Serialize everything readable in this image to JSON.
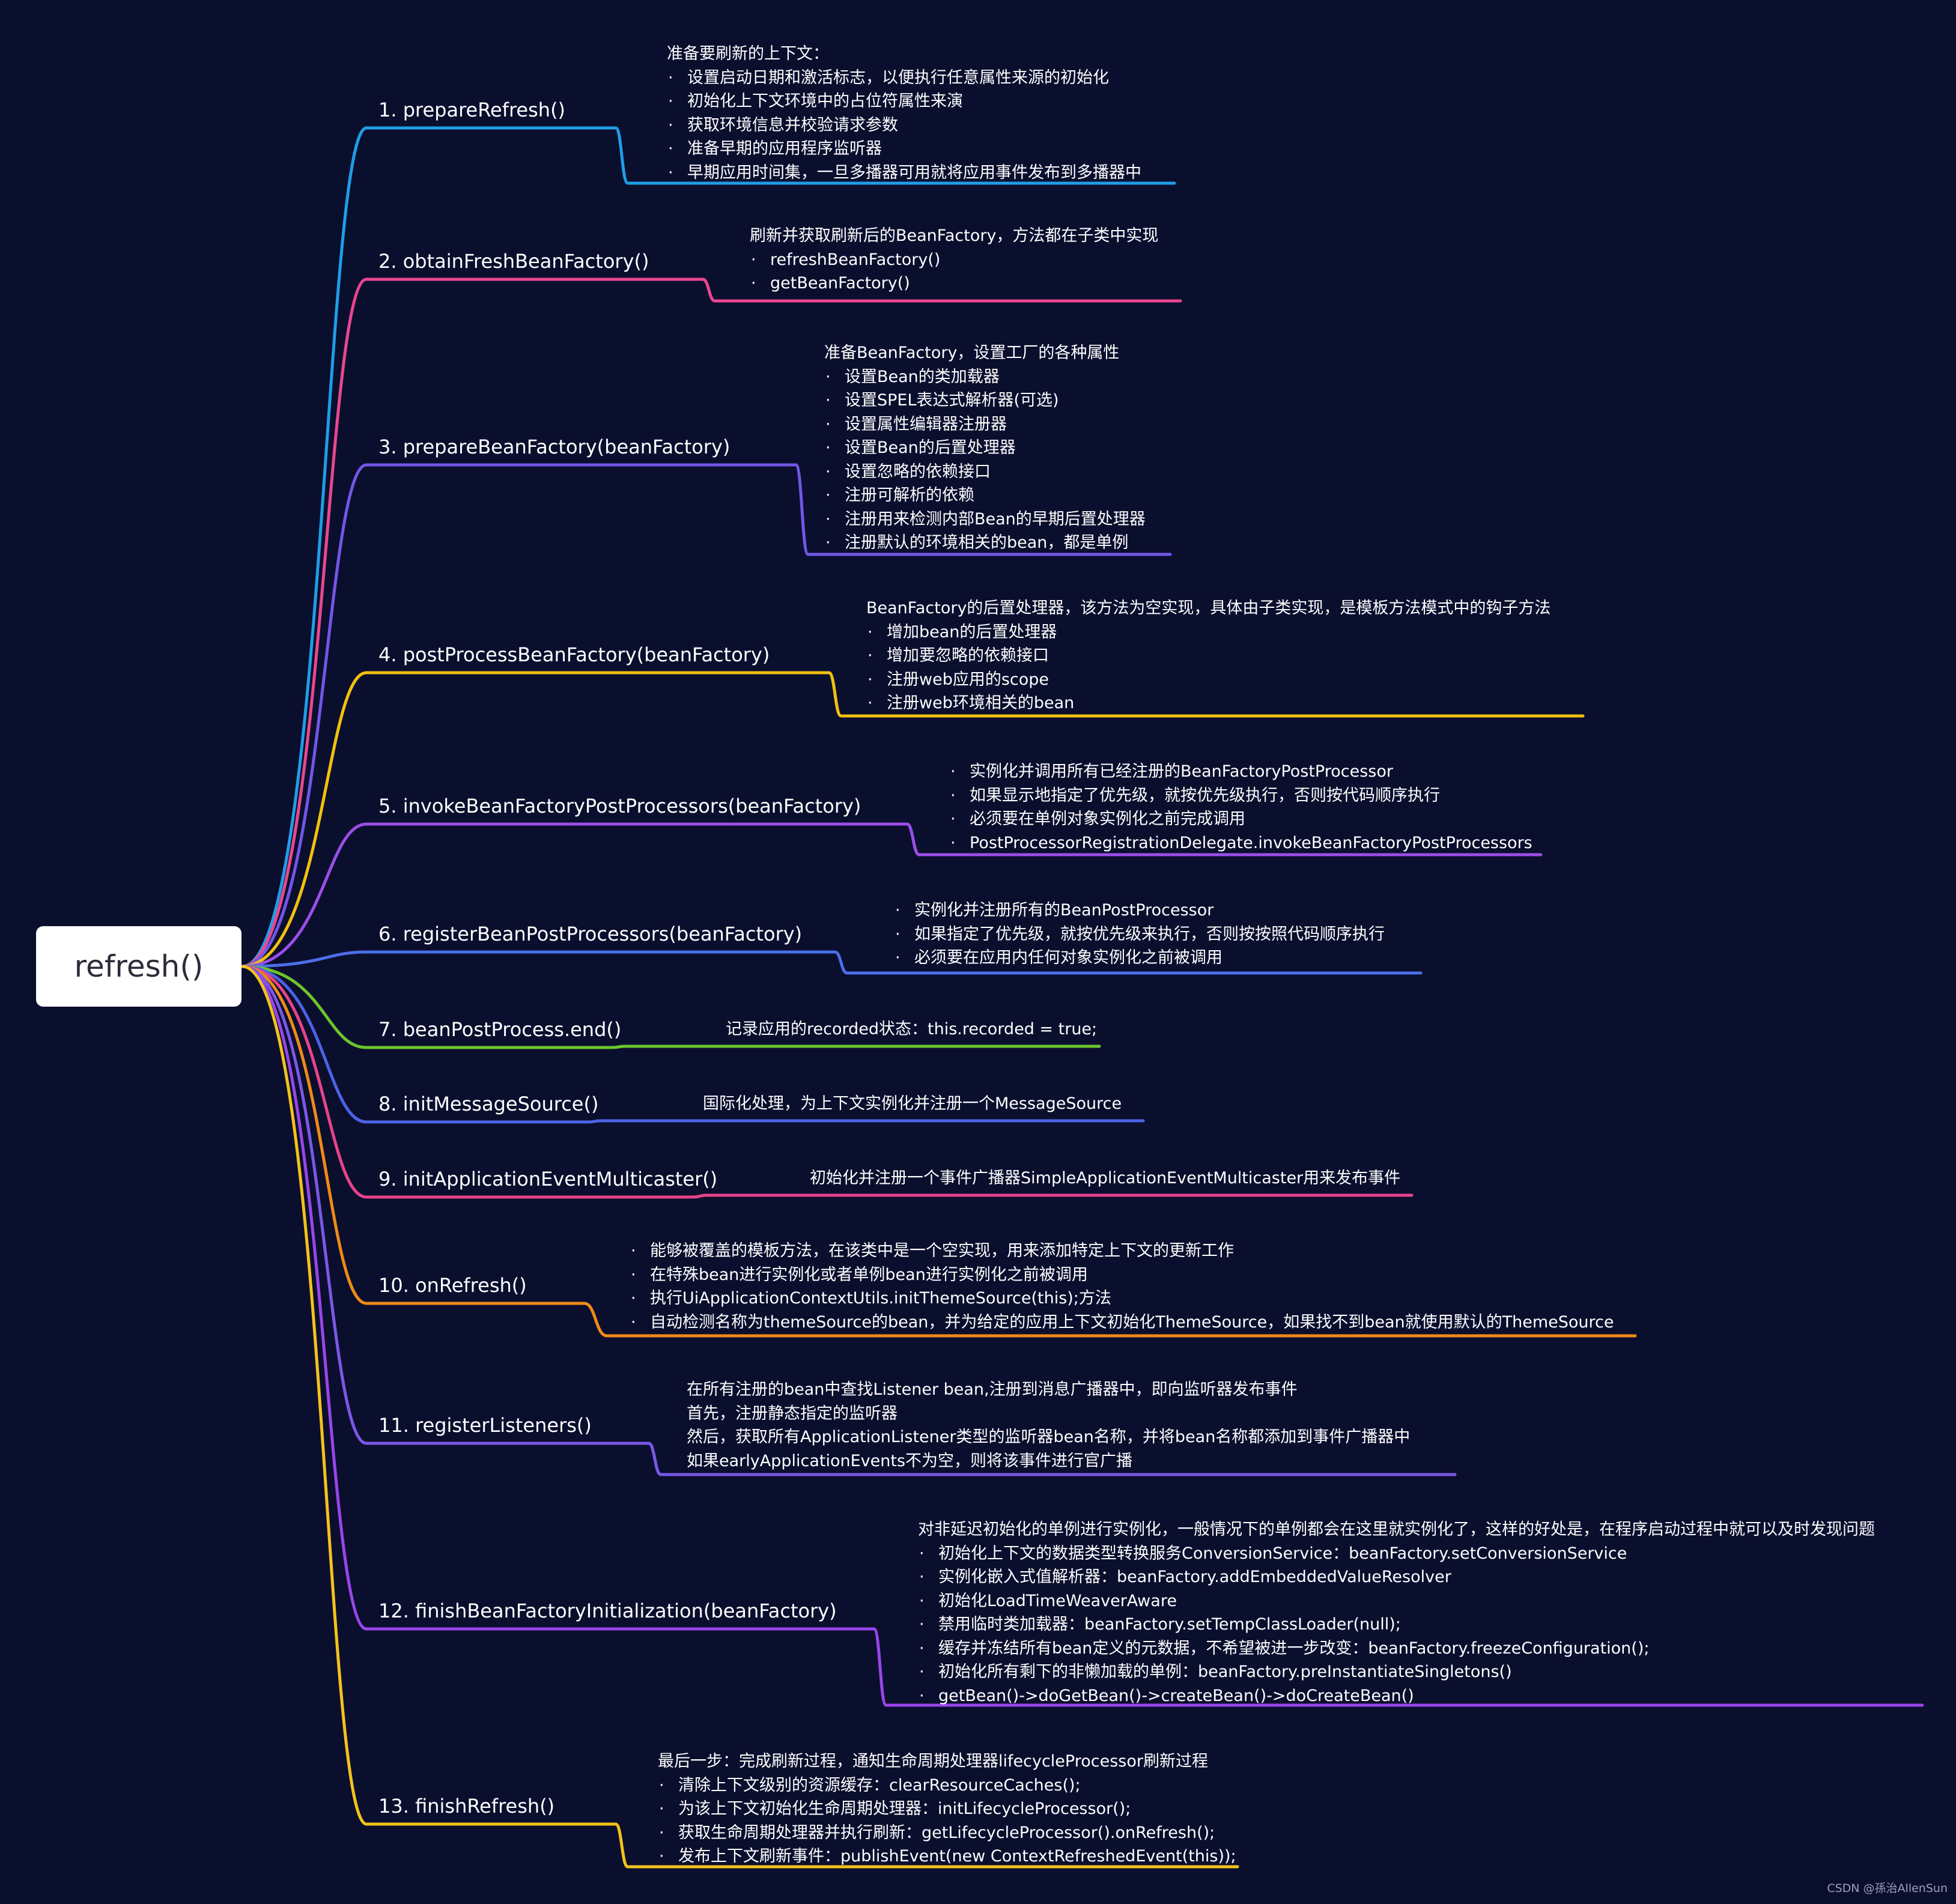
{
  "root": {
    "label": "refresh()"
  },
  "steps": [
    {
      "label": "1. prepareRefresh()",
      "color": "#1f9ee8",
      "details": [
        {
          "text": "准备要刷新的上下文：",
          "bullet": false
        },
        {
          "text": "设置启动日期和激活标志，以便执行任意属性来源的初始化",
          "bullet": true
        },
        {
          "text": "初始化上下文环境中的占位符属性来演",
          "bullet": true
        },
        {
          "text": "获取环境信息并校验请求参数",
          "bullet": true
        },
        {
          "text": "准备早期的应用程序监听器",
          "bullet": true
        },
        {
          "text": "早期应用时间集，一旦多播器可用就将应用事件发布到多播器中",
          "bullet": true
        }
      ]
    },
    {
      "label": "2. obtainFreshBeanFactory()",
      "color": "#e8478f",
      "details": [
        {
          "text": "刷新并获取刷新后的BeanFactory，方法都在子类中实现",
          "bullet": false
        },
        {
          "text": "refreshBeanFactory()",
          "bullet": true
        },
        {
          "text": "getBeanFactory()",
          "bullet": true
        }
      ]
    },
    {
      "label": "3. prepareBeanFactory(beanFactory)",
      "color": "#7257e8",
      "details": [
        {
          "text": "准备BeanFactory，设置工厂的各种属性",
          "bullet": false
        },
        {
          "text": "设置Bean的类加载器",
          "bullet": true
        },
        {
          "text": "设置SPEL表达式解析器(可选)",
          "bullet": true
        },
        {
          "text": "设置属性编辑器注册器",
          "bullet": true
        },
        {
          "text": "设置Bean的后置处理器",
          "bullet": true
        },
        {
          "text": "设置忽略的依赖接口",
          "bullet": true
        },
        {
          "text": "注册可解析的依赖",
          "bullet": true
        },
        {
          "text": "注册用来检测内部Bean的早期后置处理器",
          "bullet": true
        },
        {
          "text": "注册默认的环境相关的bean，都是单例",
          "bullet": true
        }
      ]
    },
    {
      "label": "4. postProcessBeanFactory(beanFactory)",
      "color": "#f2c10f",
      "details": [
        {
          "text": "BeanFactory的后置处理器，该方法为空实现，具体由子类实现，是模板方法模式中的钩子方法",
          "bullet": false
        },
        {
          "text": "增加bean的后置处理器",
          "bullet": true
        },
        {
          "text": "增加要忽略的依赖接口",
          "bullet": true
        },
        {
          "text": "注册web应用的scope",
          "bullet": true
        },
        {
          "text": "注册web环境相关的bean",
          "bullet": true
        }
      ]
    },
    {
      "label": "5. invokeBeanFactoryPostProcessors(beanFactory)",
      "color": "#9b4ee8",
      "details": [
        {
          "text": "实例化并调用所有已经注册的BeanFactoryPostProcessor",
          "bullet": true
        },
        {
          "text": "如果显示地指定了优先级，就按优先级执行，否则按代码顺序执行",
          "bullet": true
        },
        {
          "text": "必须要在单例对象实例化之前完成调用",
          "bullet": true
        },
        {
          "text": "PostProcessorRegistrationDelegate.invokeBeanFactoryPostProcessors",
          "bullet": true
        }
      ]
    },
    {
      "label": "6. registerBeanPostProcessors(beanFactory)",
      "color": "#4c6ee8",
      "details": [
        {
          "text": "实例化并注册所有的BeanPostProcessor",
          "bullet": true
        },
        {
          "text": "如果指定了优先级，就按优先级来执行，否则按按照代码顺序执行",
          "bullet": true
        },
        {
          "text": "必须要在应用内任何对象实例化之前被调用",
          "bullet": true
        }
      ]
    },
    {
      "label": "7. beanPostProcess.end()",
      "color": "#6cc62c",
      "details": [
        {
          "text": "记录应用的recorded状态：this.recorded = true;",
          "bullet": false
        }
      ]
    },
    {
      "label": "8. initMessageSource()",
      "color": "#4b63e6",
      "details": [
        {
          "text": "国际化处理，为上下文实例化并注册一个MessageSource",
          "bullet": false
        }
      ]
    },
    {
      "label": "9. initApplicationEventMulticaster()",
      "color": "#e8438a",
      "details": [
        {
          "text": "初始化并注册一个事件广播器SimpleApplicationEventMulticaster用来发布事件",
          "bullet": false
        }
      ]
    },
    {
      "label": "10. onRefresh()",
      "color": "#f08a16",
      "details": [
        {
          "text": "能够被覆盖的模板方法，在该类中是一个空实现，用来添加特定上下文的更新工作",
          "bullet": true
        },
        {
          "text": "在特殊bean进行实例化或者单例bean进行实例化之前被调用",
          "bullet": true
        },
        {
          "text": "执行UiApplicationContextUtils.initThemeSource(this);方法",
          "bullet": true
        },
        {
          "text": "自动检测名称为themeSource的bean，并为给定的应用上下文初始化ThemeSource，如果找不到bean就使用默认的ThemeSource",
          "bullet": true
        }
      ]
    },
    {
      "label": "11. registerListeners()",
      "color": "#7a58e6",
      "details": [
        {
          "text": "在所有注册的bean中查找Listener bean,注册到消息广播器中，即向监听器发布事件",
          "bullet": false
        },
        {
          "text": "首先，注册静态指定的监听器",
          "bullet": false
        },
        {
          "text": "然后，获取所有ApplicationListener类型的监听器bean名称，并将bean名称都添加到事件广播器中",
          "bullet": false
        },
        {
          "text": "如果earlyApplicationEvents不为空，则将该事件进行官广播",
          "bullet": false
        }
      ]
    },
    {
      "label": "12. finishBeanFactoryInitialization(beanFactory)",
      "color": "#9846ea",
      "details": [
        {
          "text": "对非延迟初始化的单例进行实例化，一般情况下的单例都会在这里就实例化了，这样的好处是，在程序启动过程中就可以及时发现问题",
          "bullet": false
        },
        {
          "text": "初始化上下文的数据类型转换服务ConversionService：beanFactory.setConversionService",
          "bullet": true
        },
        {
          "text": "实例化嵌入式值解析器：beanFactory.addEmbeddedValueResolver",
          "bullet": true
        },
        {
          "text": "初始化LoadTimeWeaverAware",
          "bullet": true
        },
        {
          "text": "禁用临时类加载器：beanFactory.setTempClassLoader(null);",
          "bullet": true
        },
        {
          "text": "缓存并冻结所有bean定义的元数据，不希望被进一步改变：beanFactory.freezeConfiguration();",
          "bullet": true
        },
        {
          "text": "初始化所有剩下的非懒加载的单例：beanFactory.preInstantiateSingletons()",
          "bullet": true
        },
        {
          "text": "getBean()->doGetBean()->createBean()->doCreateBean()",
          "bullet": true
        }
      ]
    },
    {
      "label": "13. finishRefresh()",
      "color": "#f2c31a",
      "details": [
        {
          "text": "最后一步：完成刷新过程，通知生命周期处理器lifecycleProcessor刷新过程",
          "bullet": false
        },
        {
          "text": "清除上下文级别的资源缓存：clearResourceCaches();",
          "bullet": true
        },
        {
          "text": "为该上下文初始化生命周期处理器：initLifecycleProcessor();",
          "bullet": true
        },
        {
          "text": "获取生命周期处理器并执行刷新：getLifecycleProcessor().onRefresh();",
          "bullet": true
        },
        {
          "text": "发布上下文刷新事件：publishEvent(new ContextRefreshedEvent(this));",
          "bullet": true
        }
      ]
    }
  ],
  "watermark": "CSDN @孫治AllenSun"
}
